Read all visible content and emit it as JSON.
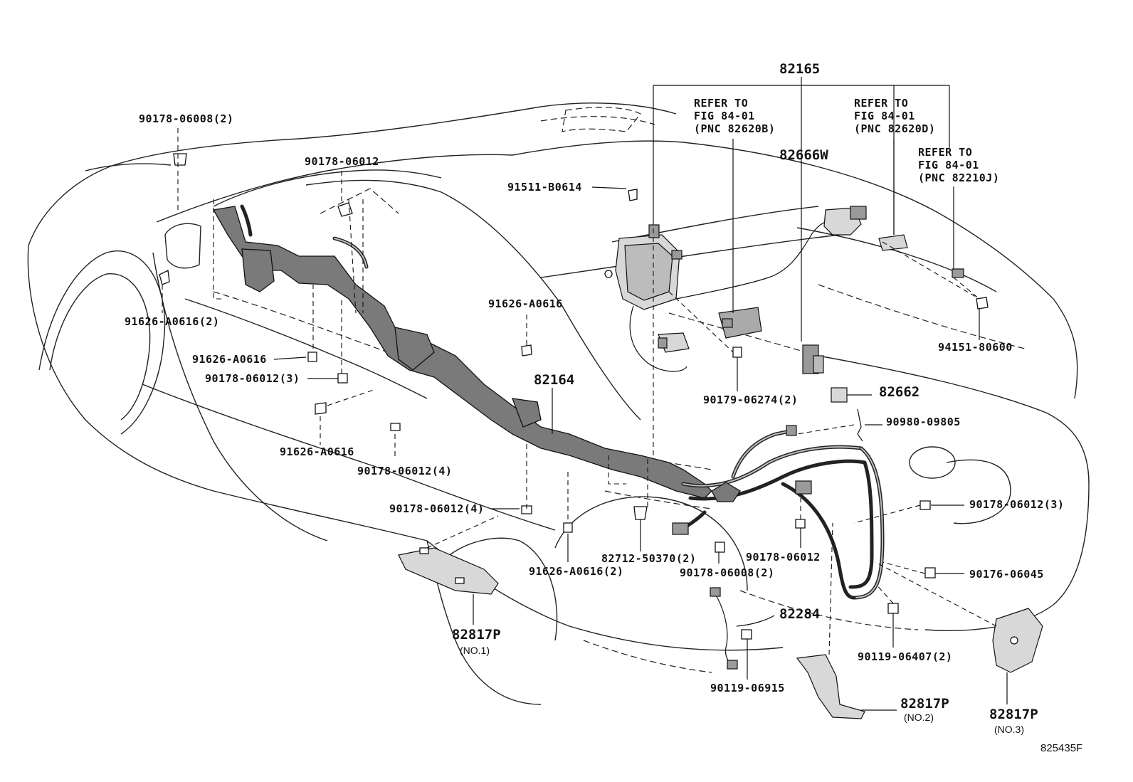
{
  "drawing_code": "825435F",
  "labels": {
    "main_82165": "82165",
    "refer1_l1": "REFER TO",
    "refer1_l2": "FIG 84-01",
    "refer1_l3": "(PNC 82620B)",
    "refer2_l1": "REFER TO",
    "refer2_l2": "FIG 84-01",
    "refer2_l3": "(PNC 82620D)",
    "refer3_l1": "REFER TO",
    "refer3_l2": "FIG 84-01",
    "refer3_l3": "(PNC 82210J)",
    "p82666W": "82666W",
    "p91511": "91511-B0614",
    "p90178_06008_2_top": "90178-06008(2)",
    "p90178_06012_top": "90178-06012",
    "p91626_2_left": "91626-A0616(2)",
    "p91626_mid1": "91626-A0616",
    "p90178_06012_3_left": "90178-06012(3)",
    "p91626_mid2": "91626-A0616",
    "p91626_center": "91626-A0616",
    "p90178_06012_4_a": "90178-06012(4)",
    "p82164": "82164",
    "p90178_06012_4_b": "90178-06012(4)",
    "p91626_2_bottom": "91626-A0616(2)",
    "p82712": "82712-50370(2)",
    "p90178_06008_2_bottom": "90178-06008(2)",
    "p90178_06012_bottom": "90178-06012",
    "p94151": "94151-80600",
    "p90179": "90179-06274(2)",
    "p82662": "82662",
    "p90980": "90980-09805",
    "p90178_06012_3_right": "90178-06012(3)",
    "p90176": "90176-06045",
    "p82284": "82284",
    "p90119_06407": "90119-06407(2)",
    "p90119_06915": "90119-06915",
    "p82817P_1": "82817P",
    "p82817P_1_sub": "(NO.1)",
    "p82817P_2": "82817P",
    "p82817P_2_sub": "(NO.2)",
    "p82817P_3": "82817P",
    "p82817P_3_sub": "(NO.3)"
  }
}
